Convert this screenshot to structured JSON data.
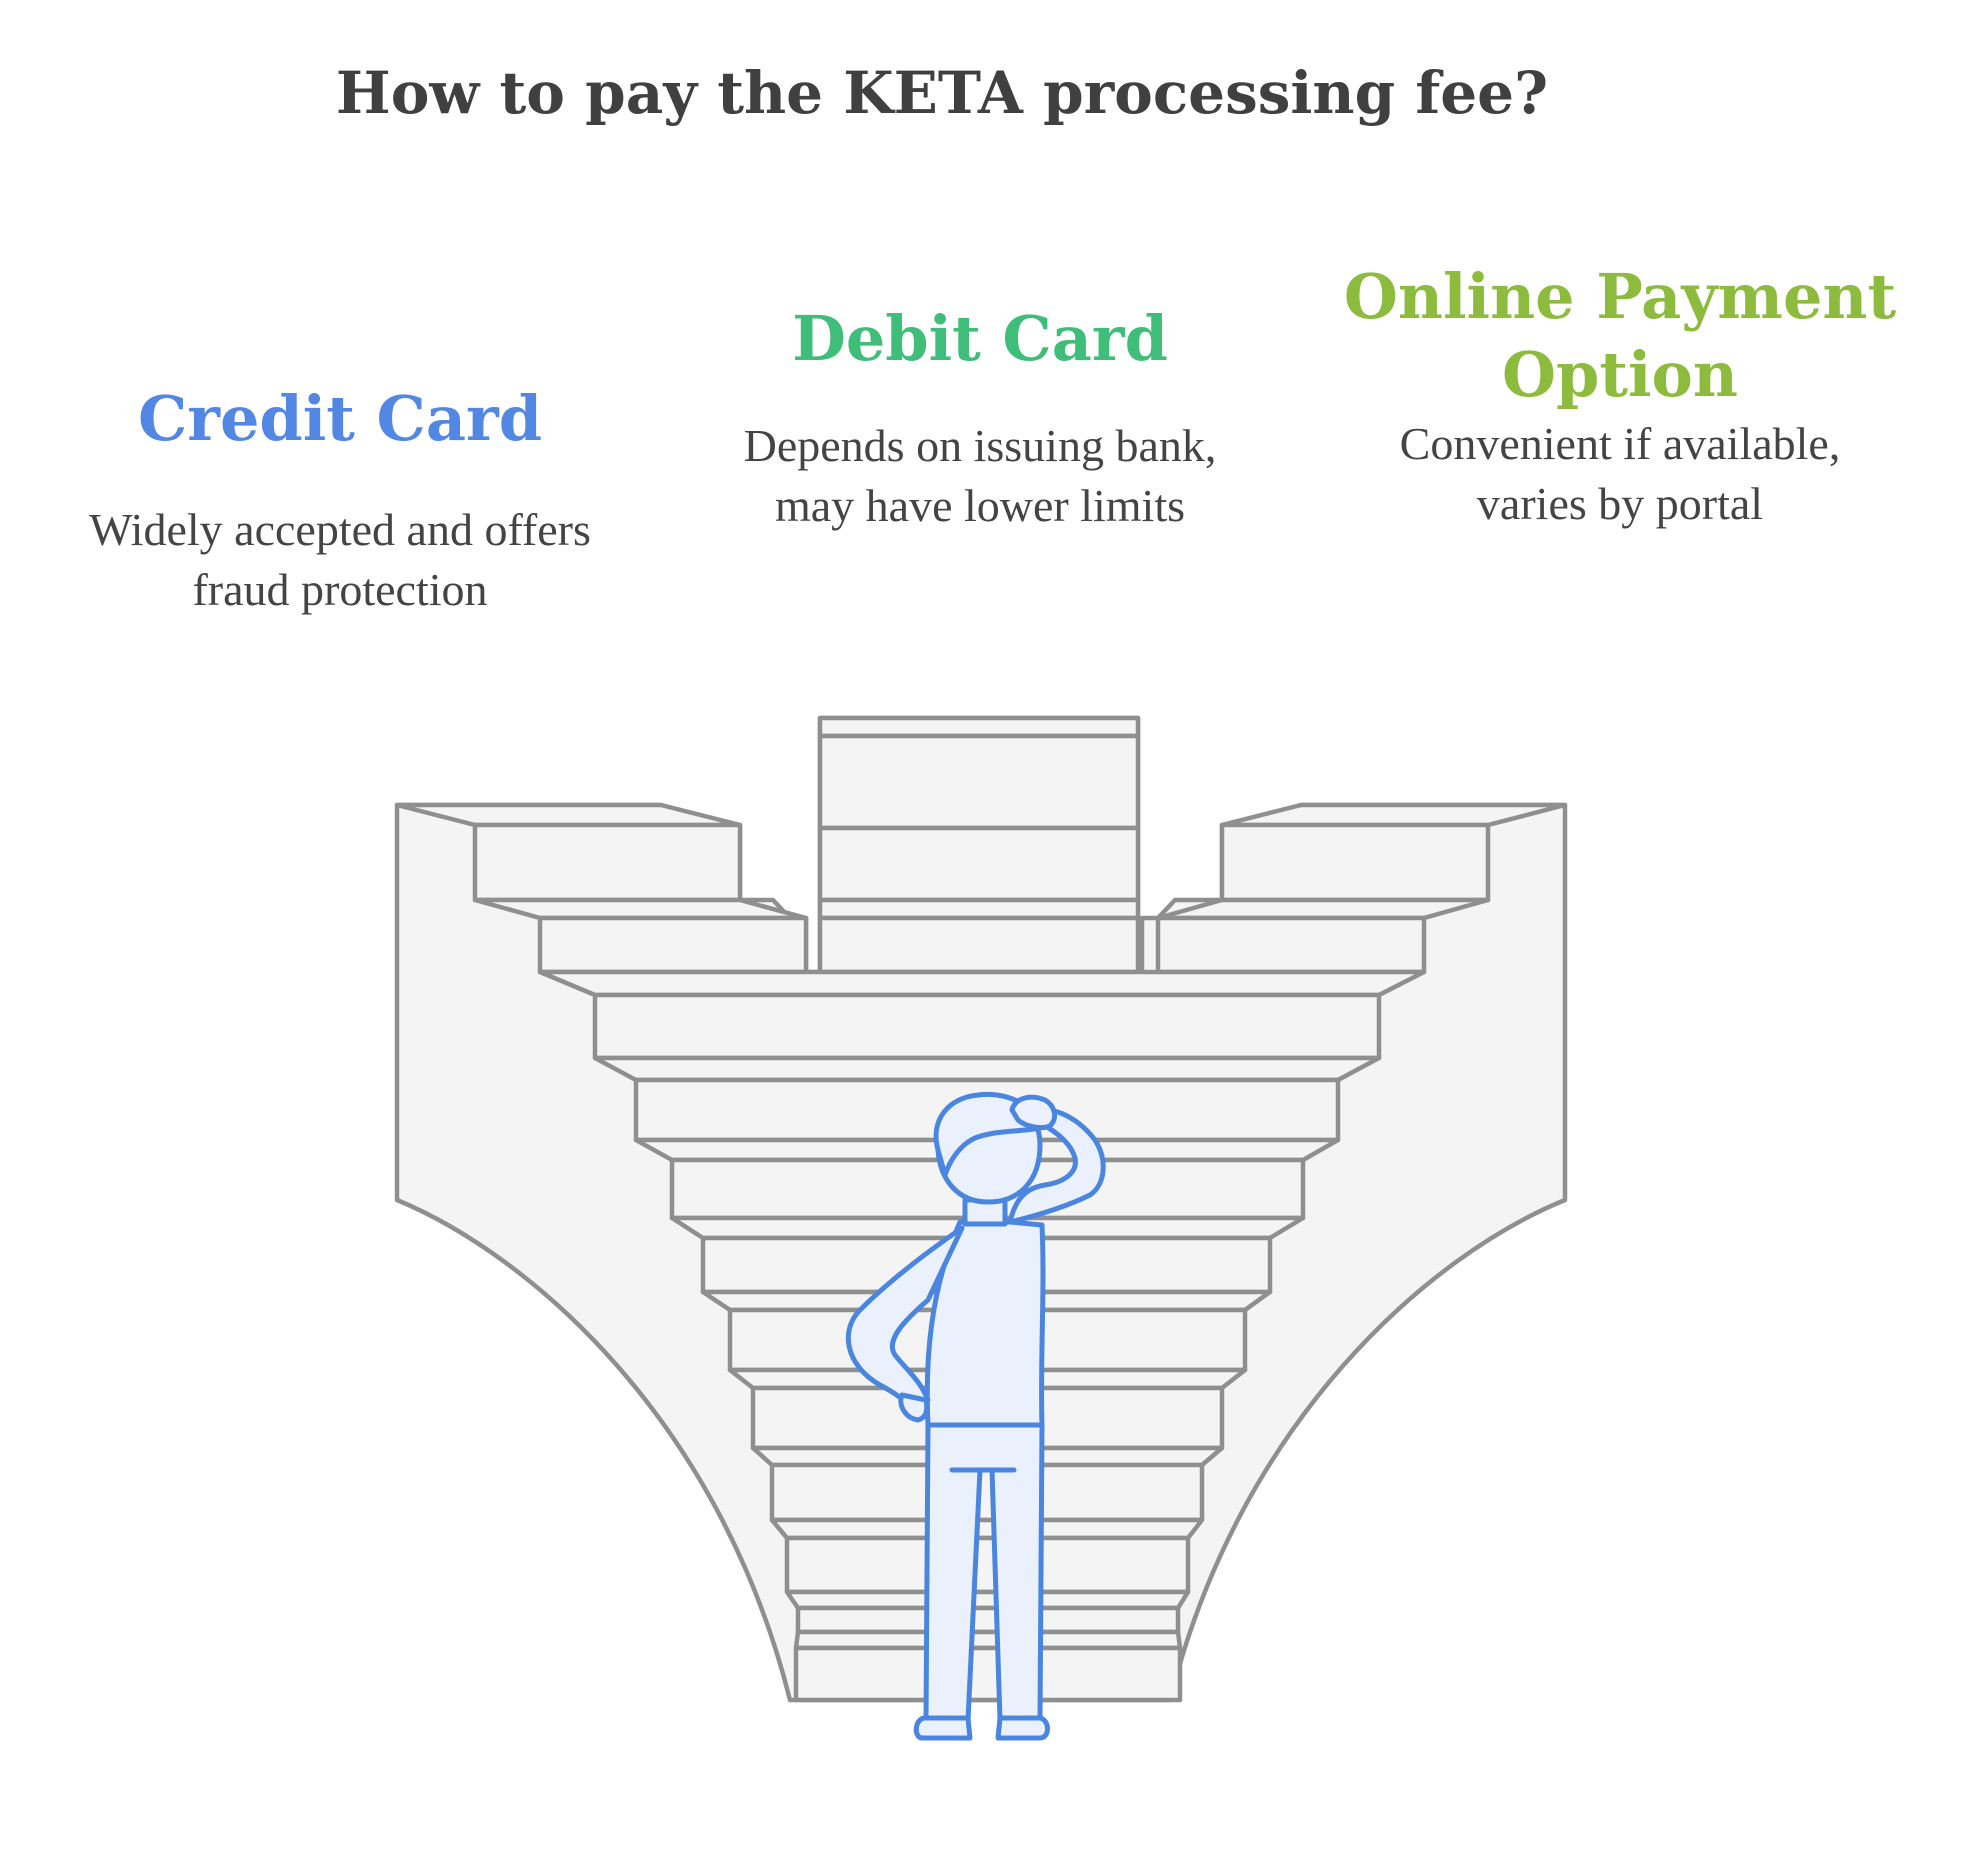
{
  "title": "How to pay the KETA processing fee?",
  "colors": {
    "title": "#404040",
    "credit": "#5288E4",
    "debit": "#3FBE7A",
    "online": "#8DBB3E",
    "stairs_fill": "#F4F4F4",
    "stairs_stroke": "#8F8F8F",
    "person_fill": "#EAF1FC",
    "person_stroke": "#4A86E0"
  },
  "options": [
    {
      "key": "credit",
      "title": "Credit Card",
      "description": "Widely accepted and offers fraud protection",
      "color": "#5288E4"
    },
    {
      "key": "debit",
      "title": "Debit Card",
      "description": "Depends on issuing bank, may have lower limits",
      "color": "#3FBE7A"
    },
    {
      "key": "online",
      "title": "Online Payment Option",
      "description": "Convenient if available, varies by portal",
      "color": "#8DBB3E"
    }
  ],
  "illustration": {
    "stairs_icon": "staircase-three-paths",
    "person_icon": "confused-person-scratching-head"
  }
}
